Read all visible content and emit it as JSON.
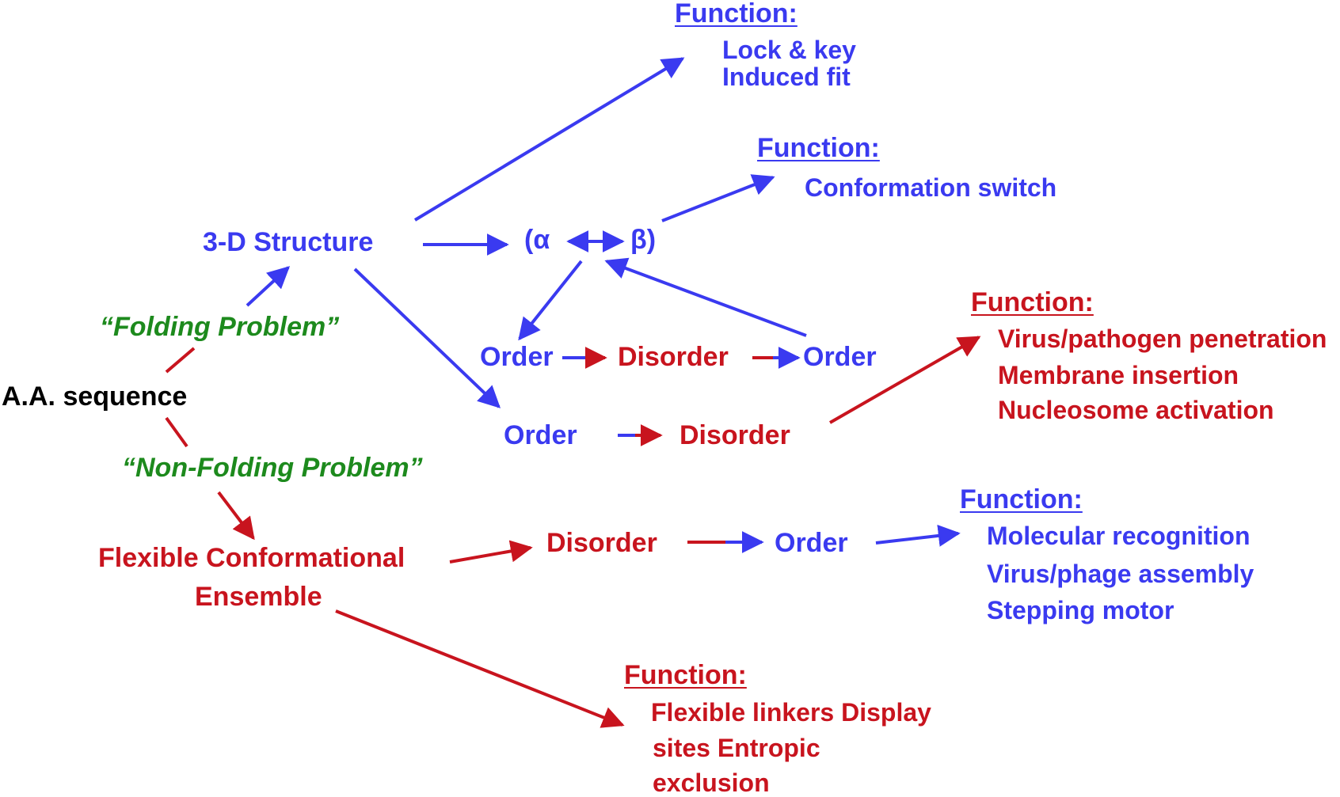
{
  "nodes": {
    "aa_sequence": "A.A. sequence",
    "folding_problem": "“Folding Problem”",
    "non_folding_problem": "“Non-Folding Problem”",
    "structure_3d": "3-D Structure",
    "flexible_ensemble_line1": "Flexible Conformational",
    "flexible_ensemble_line2": "Ensemble",
    "alpha_open": "(α",
    "beta_close": "β)",
    "order_1": "Order",
    "disorder_1": "Disorder",
    "order_2": "Order",
    "order_3": "Order",
    "disorder_2": "Disorder",
    "disorder_3": "Disorder",
    "order_4": "Order"
  },
  "functions": {
    "lock_key": {
      "heading": "Function:",
      "items": [
        "Lock & key",
        "Induced fit"
      ]
    },
    "conformation_switch": {
      "heading": "Function:",
      "items": [
        "Conformation switch"
      ]
    },
    "penetration": {
      "heading": "Function:",
      "items": [
        "Virus/pathogen penetration",
        "Membrane insertion",
        "Nucleosome activation"
      ]
    },
    "recognition": {
      "heading": "Function:",
      "items": [
        "Molecular recognition",
        "Virus/phage assembly",
        "Stepping motor"
      ]
    },
    "linkers": {
      "heading": "Function:",
      "items": [
        "Flexible linkers Display",
        "sites Entropic",
        "exclusion"
      ]
    }
  },
  "colors": {
    "blue": "#3a3af0",
    "red": "#c8141e",
    "green": "#1d8a1d",
    "black": "#000000"
  }
}
